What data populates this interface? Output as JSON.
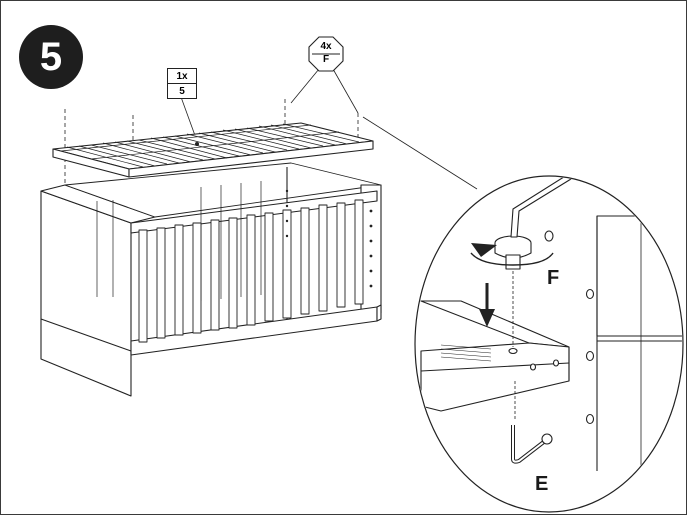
{
  "step": {
    "number": "5"
  },
  "part_callout_slats": {
    "quantity": "1x",
    "part": "5"
  },
  "part_callout_bolts": {
    "quantity": "4x",
    "part": "F"
  },
  "detail_labels": {
    "bolt": "F",
    "key": "E"
  }
}
